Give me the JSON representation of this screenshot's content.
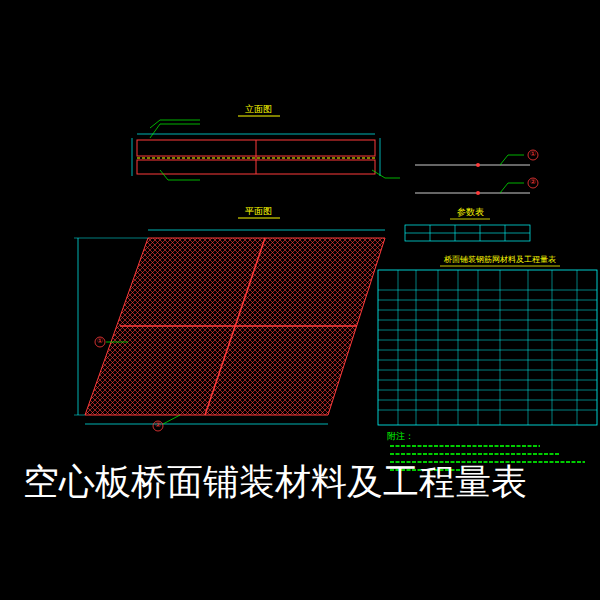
{
  "diagram": {
    "title": "空心板桥面铺装材料及工程量表",
    "labels": [
      "立面图",
      "平面图",
      "参数表",
      "桥面铺装钢筋网材料及工程量表",
      "附注：",
      "①",
      "②",
      "①",
      "②"
    ]
  }
}
